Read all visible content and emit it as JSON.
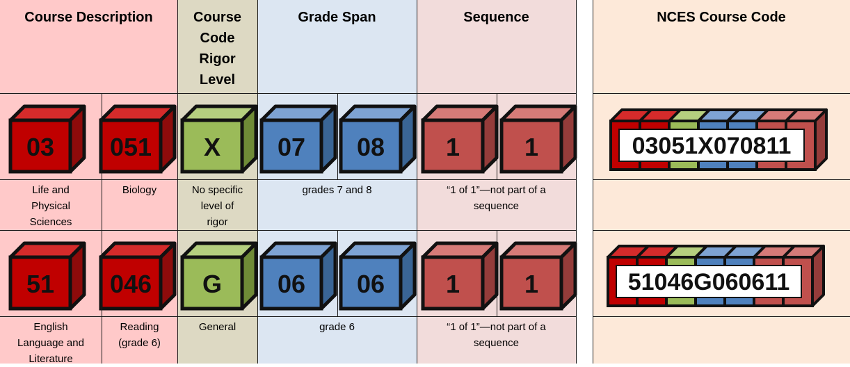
{
  "headers": {
    "course_description": "Course Description",
    "course_code_rigor": [
      "Course",
      "Code",
      "Rigor",
      "Level"
    ],
    "grade_span": "Grade Span",
    "sequence": "Sequence",
    "nces_code": "NCES Course Code"
  },
  "rows": [
    {
      "cubes": {
        "subject_area": "03",
        "course_id": "051",
        "rigor": "X",
        "grade_low": "07",
        "grade_high": "08",
        "seq_a": "1",
        "seq_b": "1"
      },
      "labels": {
        "subject_area": [
          "Life and",
          "Physical",
          "Sciences"
        ],
        "course_id": [
          "Biology"
        ],
        "rigor": [
          "No specific",
          "level of",
          "rigor"
        ],
        "grade_span": [
          "grades 7 and 8"
        ],
        "sequence": [
          "“1 of 1”—not part of a",
          "sequence"
        ]
      },
      "nces_code": "03051X070811"
    },
    {
      "cubes": {
        "subject_area": "51",
        "course_id": "046",
        "rigor": "G",
        "grade_low": "06",
        "grade_high": "06",
        "seq_a": "1",
        "seq_b": "1"
      },
      "labels": {
        "subject_area": [
          "English",
          "Language and",
          "Literature"
        ],
        "course_id": [
          "Reading",
          "(grade 6)"
        ],
        "rigor": [
          "General"
        ],
        "grade_span": [
          "grade 6"
        ],
        "sequence": [
          "“1 of 1”—not part of a",
          "sequence"
        ]
      },
      "nces_code": "51046G060611"
    }
  ],
  "colors": {
    "red_front": "#c00000",
    "red_top": "#d52b2b",
    "red_side": "#8e0b0b",
    "green_front": "#9bbb59",
    "green_top": "#b5cf7f",
    "green_side": "#6f8b37",
    "blue_front": "#4f81bd",
    "blue_top": "#7ea3d3",
    "blue_side": "#3a6595",
    "salmon_front": "#c0504d",
    "salmon_top": "#d67b78",
    "salmon_side": "#943c3a"
  }
}
